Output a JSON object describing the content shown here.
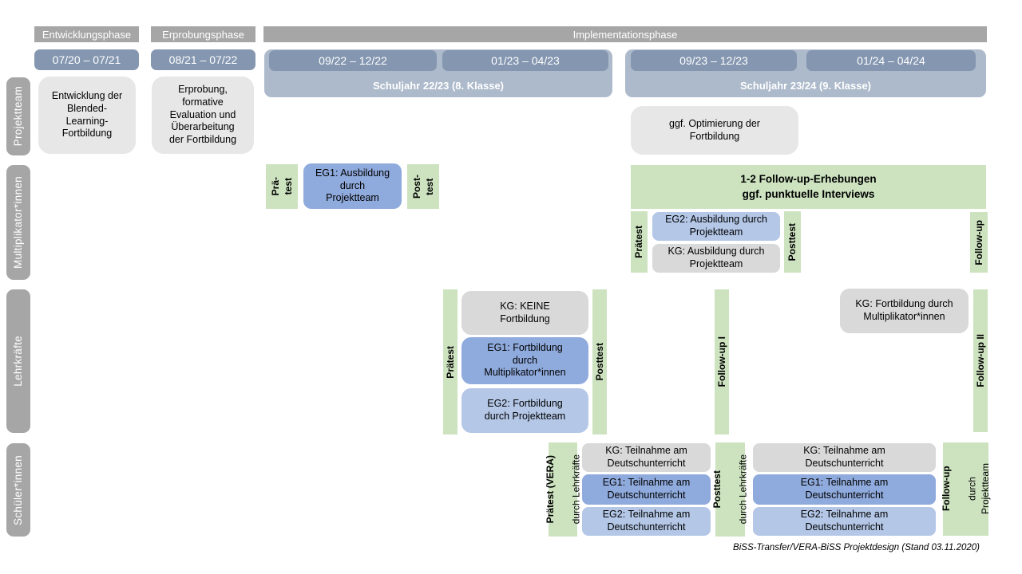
{
  "colors": {
    "phase_gray": "#a6a6a6",
    "date_blue": "#8496b0",
    "schuljahr_blue": "#adbacb",
    "green": "#cde3c0",
    "eg1_blue": "#8faadc",
    "eg2_blue": "#b4c7e7",
    "kg_gray": "#d9d9d9",
    "light_gray": "#e8e7e7",
    "row_gray": "#a6a6a6"
  },
  "phase_headers": {
    "entwicklung": "Entwicklungsphase",
    "erprobung": "Erprobungsphase",
    "implementation": "Implementationsphase"
  },
  "timeline": {
    "d1": "07/20 – 07/21",
    "d2": "08/21 – 07/22",
    "d3": "09/22 – 12/22",
    "d4": "01/23 – 04/23",
    "d5": "09/23 – 12/23",
    "d6": "01/24 – 04/24",
    "sj1": "Schuljahr 22/23 (8. Klasse)",
    "sj2": "Schuljahr 23/24 (9. Klasse)"
  },
  "row_labels": {
    "projektteam": "Projektteam",
    "multiplikatoren": "Multiplikator*innen",
    "lehrkraefte": "Lehrkräfte",
    "schueler": "Schüler*innen"
  },
  "projektteam": {
    "entwicklung_box": "Entwicklung der\nBlended-\nLearning-\nFortbildung",
    "erprobung_box": "Erprobung,\nformative\nEvaluation und\nÜberarbeitung\nder Fortbildung",
    "optimierung_box": "ggf. Optimierung der\nFortbildung"
  },
  "multiplikatoren": {
    "praetest_1": "Prä-\ntest",
    "eg1_box": "EG1: Ausbildung\ndurch\nProjektteam",
    "posttest_1": "Post-\ntest",
    "followup_banner": "1-2 Follow-up-Erhebungen\nggf. punktuelle Interviews",
    "praetest_2": "Prätest",
    "eg2_box": "EG2: Ausbildung durch\nProjektteam",
    "kg_box": "KG: Ausbildung durch\nProjektteam",
    "posttest_2": "Posttest",
    "followup": "Follow-up"
  },
  "lehrkraefte": {
    "praetest": "Prätest",
    "kg_box": "KG: KEINE\nFortbildung",
    "eg1_box": "EG1: Fortbildung\ndurch\nMultiplikator*innen",
    "eg2_box": "EG2: Fortbildung\ndurch Projektteam",
    "posttest": "Posttest",
    "followup1": "Follow-up I",
    "kg_box2": "KG: Fortbildung durch\nMultiplikator*innen",
    "followup2": "Follow-up II"
  },
  "schueler": {
    "praetest_title": "Prätest (VERA)",
    "praetest_sub": "durch  Lehrkräfte",
    "kg_box1": "KG: Teilnahme am\nDeutschunterricht",
    "eg1_box1": "EG1: Teilnahme am\nDeutschunterricht",
    "eg2_box1": "EG2: Teilnahme am\nDeutschunterricht",
    "posttest_title": "Posttest",
    "posttest_sub": "durch  Lehrkräfte",
    "kg_box2": "KG: Teilnahme am\nDeutschunterricht",
    "eg1_box2": "EG1: Teilnahme am\nDeutschunterricht",
    "eg2_box2": "EG2: Teilnahme am\nDeutschunterricht",
    "followup_title": "Follow-up",
    "followup_sub": "durch\nProjektteam"
  },
  "footer": "BiSS-Transfer/VERA-BiSS Projektdesign (Stand 03.11.2020)"
}
